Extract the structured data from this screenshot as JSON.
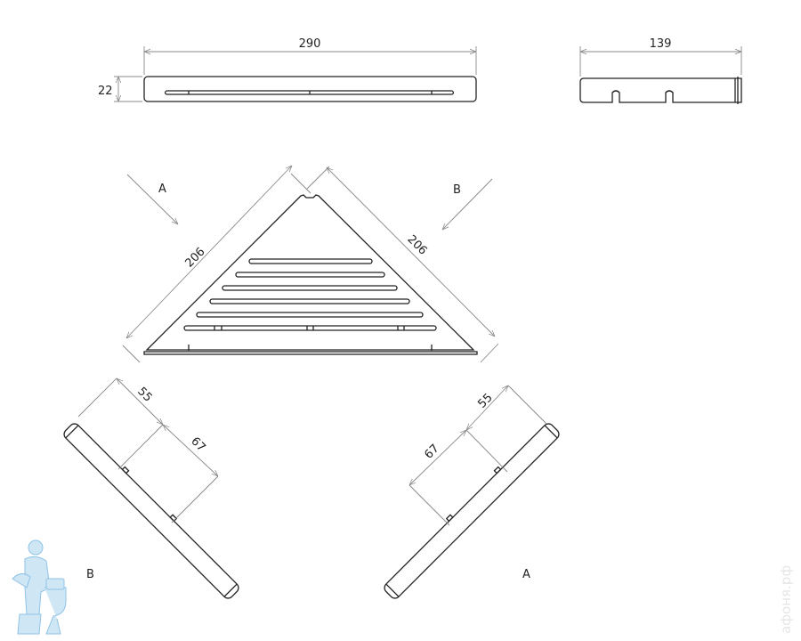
{
  "top_view": {
    "length": "290",
    "height": "22"
  },
  "side_view": {
    "depth": "139"
  },
  "plan_view": {
    "side_left": "206",
    "side_right": "206",
    "view_a": "A",
    "view_b": "B"
  },
  "view_b_detail": {
    "dim_1": "55",
    "dim_2": "67",
    "label": "B"
  },
  "view_a_detail": {
    "dim_1": "55",
    "dim_2": "67",
    "label": "A"
  },
  "watermark": "афоня.рф",
  "colors": {
    "line": "#222222",
    "dimension": "#888888",
    "logo": "#8fc3e6"
  }
}
